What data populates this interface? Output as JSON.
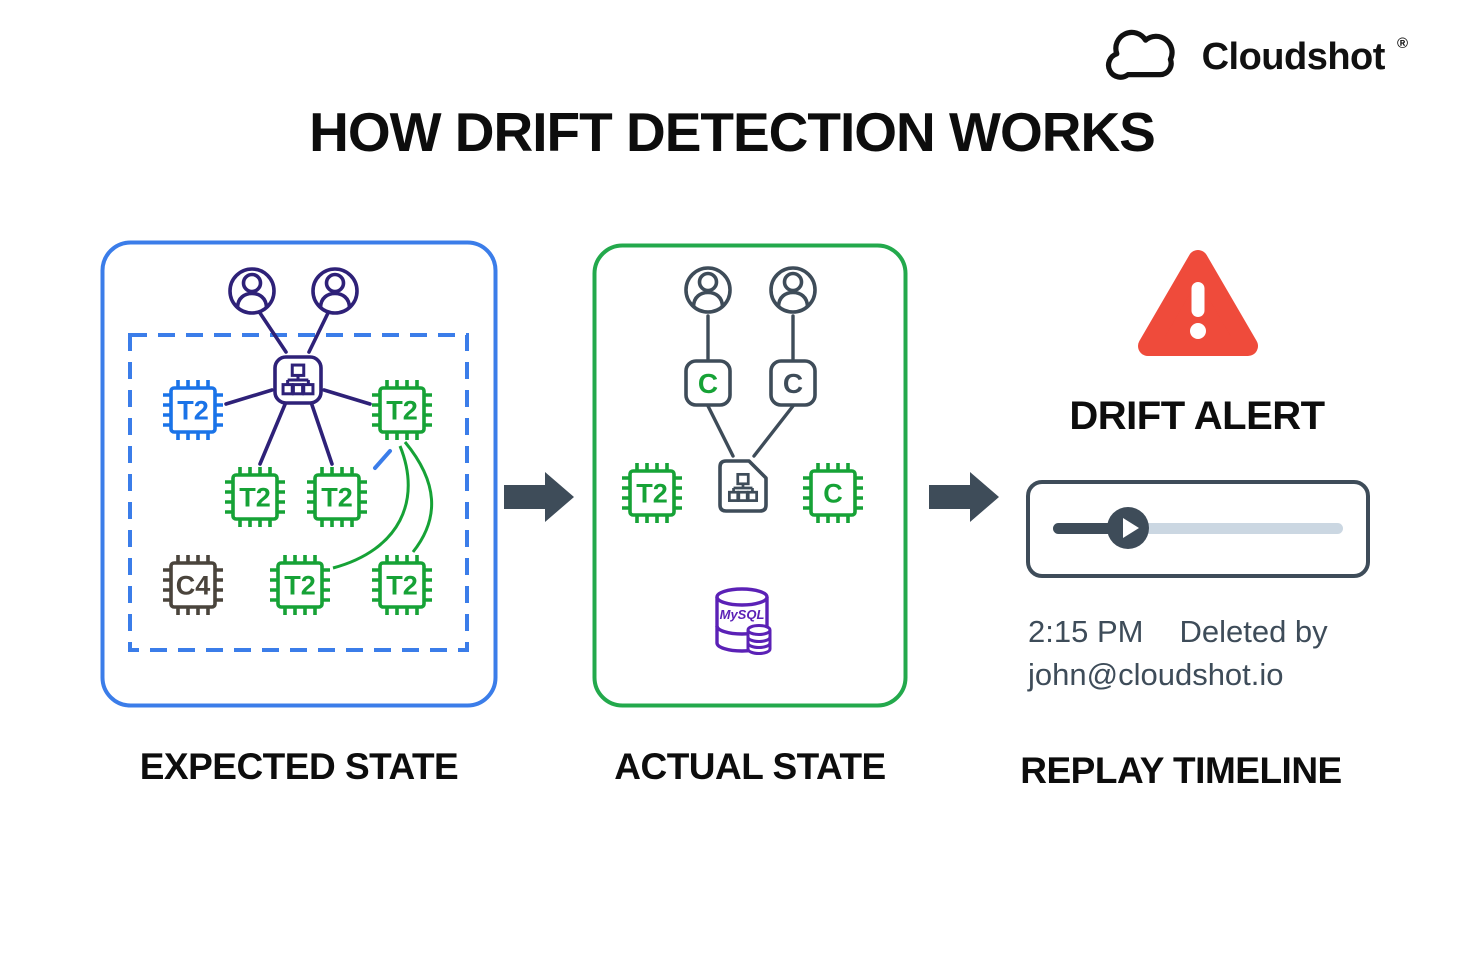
{
  "brand": {
    "name": "Cloudshot",
    "registered": "®"
  },
  "title": "HOW DRIFT DETECTION WORKS",
  "colors": {
    "expected_border_blue": "#3B7DE9",
    "actual_border_green": "#23A94C",
    "chip_blue": "#1A73E8",
    "chip_green": "#16A236",
    "chip_brown": "#4A443C",
    "icon_indigo": "#2E2178",
    "icon_slate": "#3E4C59",
    "database_purple": "#5B21B6",
    "alert_red": "#EF4B3B",
    "arrow_gray": "#3E4C59",
    "track_light": "#CBD7E2",
    "text_dark": "#111111"
  },
  "expected": {
    "label": "EXPECTED STATE",
    "users": 2,
    "chips": [
      {
        "label": "T2",
        "color": "#1A73E8"
      },
      {
        "label": "T2",
        "color": "#16A236"
      },
      {
        "label": "T2",
        "color": "#16A236"
      },
      {
        "label": "T2",
        "color": "#16A236"
      },
      {
        "label": "C4",
        "color": "#4A443C"
      },
      {
        "label": "T2",
        "color": "#16A236"
      },
      {
        "label": "T2",
        "color": "#16A236"
      }
    ]
  },
  "actual": {
    "label": "ACTUAL STATE",
    "users": 2,
    "containers": [
      {
        "label": "C",
        "color": "#16A236"
      },
      {
        "label": "C",
        "color": "#3E4C59"
      }
    ],
    "chips": [
      {
        "label": "T2",
        "color": "#16A236"
      },
      {
        "label": "C",
        "color": "#16A236"
      }
    ],
    "database": {
      "label": "MySQL",
      "color": "#5B21B6"
    }
  },
  "alert": {
    "heading": "DRIFT ALERT",
    "event": {
      "time": "2:15 PM",
      "action": "Deleted by",
      "user": "john@cloudshot.io"
    },
    "timeline_heading": "REPLAY TIMELINE"
  }
}
